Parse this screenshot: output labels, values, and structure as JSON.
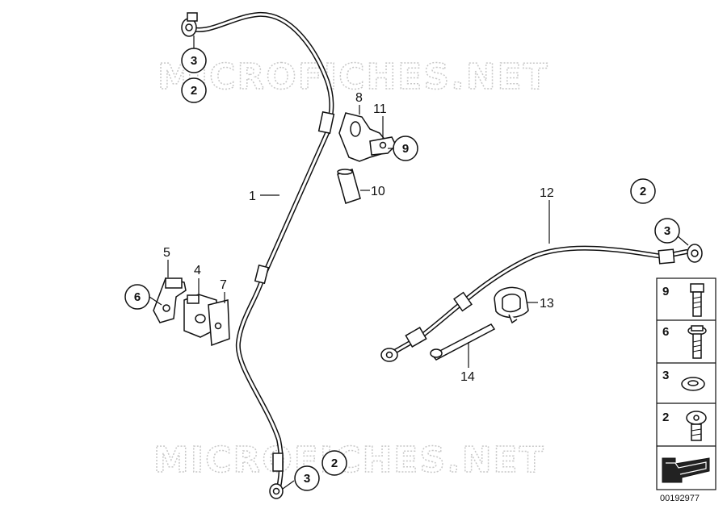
{
  "watermark": {
    "top": "MICROFICHES.NET",
    "bottom": "MICROFICHES.NET"
  },
  "labels": {
    "p1": "1",
    "p4": "4",
    "p5": "5",
    "p7": "7",
    "p8": "8",
    "p10": "10",
    "p11": "11",
    "p12": "12",
    "p13": "13",
    "p14": "14"
  },
  "circled": {
    "c3_top": "3",
    "c2_top": "2",
    "c9": "9",
    "c6": "6",
    "c2_right": "2",
    "c3_right": "3",
    "c3_bottom": "3",
    "c2_bottom": "2"
  },
  "side_panel": {
    "items": [
      {
        "number": "9",
        "icon": "hex-bolt-icon"
      },
      {
        "number": "6",
        "icon": "flange-bolt-icon"
      },
      {
        "number": "3",
        "icon": "washer-icon"
      },
      {
        "number": "2",
        "icon": "banjo-bolt-icon"
      }
    ],
    "arrow_icon": "direction-arrow-icon"
  },
  "diagram_code": "00192977"
}
